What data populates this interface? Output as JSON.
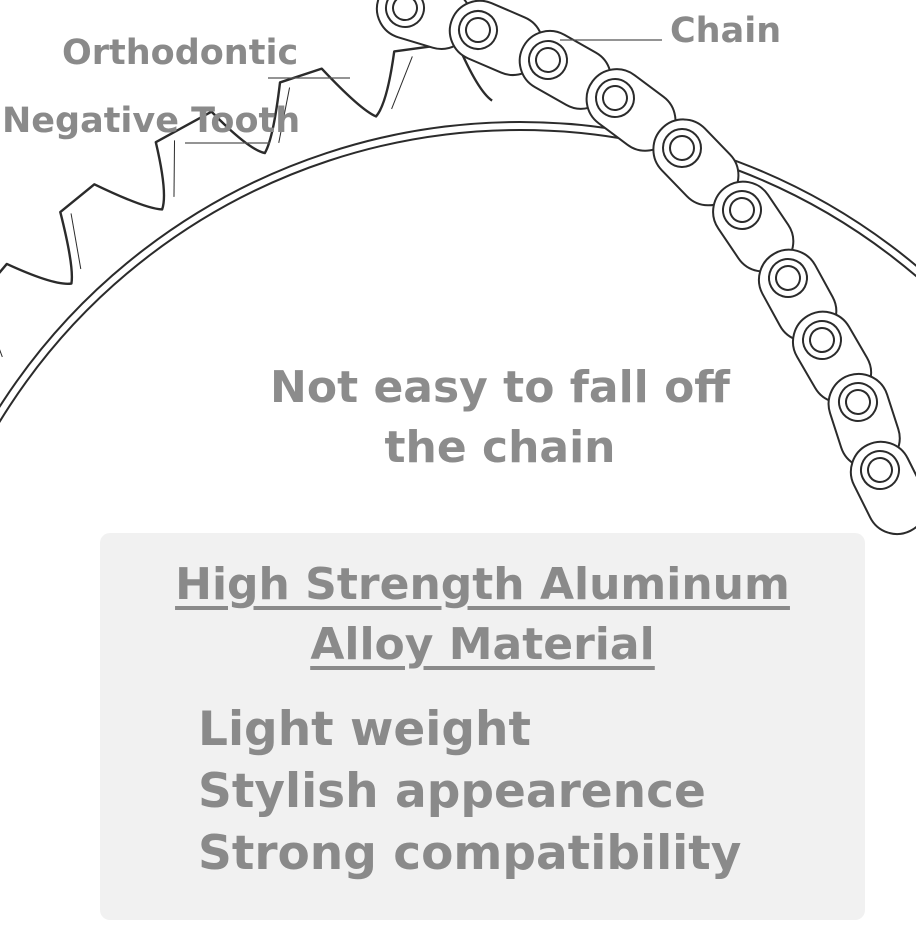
{
  "callouts": {
    "chain": "Chain",
    "orthodontic": "Orthodontic",
    "negative_tooth": "Negative Tooth"
  },
  "caption": {
    "line1": "Not easy to fall off",
    "line2": "the chain"
  },
  "material": {
    "line1": "High Strength Aluminum",
    "line2": "Alloy Material"
  },
  "features": [
    "Light weight",
    "Stylish appearence",
    "Strong compatibility"
  ],
  "colors": {
    "text": "#8a8a8a",
    "panel": "#f1f1f1",
    "line_art": "#222222"
  }
}
